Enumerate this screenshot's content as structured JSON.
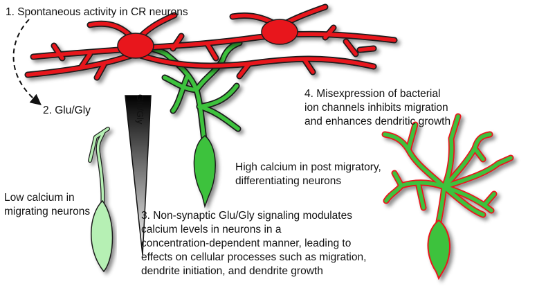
{
  "labels": {
    "step1": "1. Spontaneous activity in CR neurons",
    "step2": "2. Glu/Gly",
    "step3_lines": [
      "3. Non-synaptic Glu/Gly signaling modulates",
      "calcium levels in neurons in a",
      "concentration-dependent manner, leading to",
      "effects on cellular processes such as migration,",
      "dendrite initiation, and dendrite growth"
    ],
    "step4_lines": [
      "4. Misexpression of bacterial",
      "ion channels inhibits migration",
      "and enhances dendritic growth"
    ],
    "high_calcium_lines": [
      "High calcium in post migratory,",
      "differentiating neurons"
    ],
    "low_calcium_lines": [
      "Low calcium in",
      "migrating neurons"
    ],
    "gradient_label": "Glu/Gly"
  },
  "colors": {
    "cr_neuron_red": "#e8181c",
    "post_migratory_green": "#3ec23c",
    "migrating_light_green": "#b6f0b4",
    "outline_dark": "#1a1a1a",
    "misexpressed_outline_red": "#e8181c"
  }
}
